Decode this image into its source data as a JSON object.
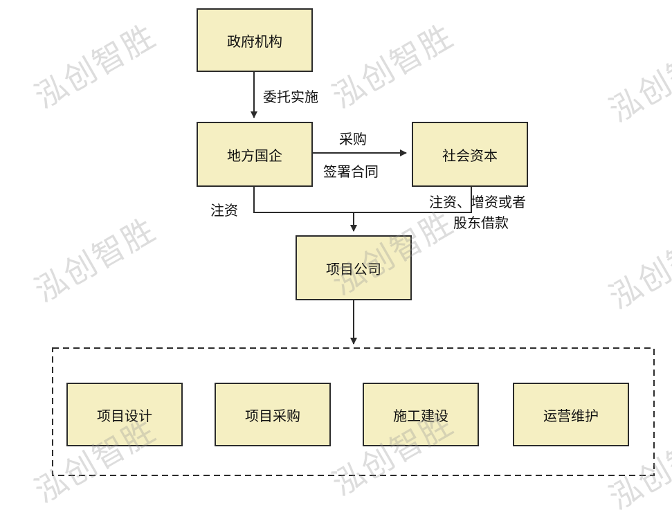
{
  "nodes": {
    "gov": "政府机构",
    "local_soe": "地方国企",
    "social_capital": "社会资本",
    "project_company": "项目公司",
    "design": "项目设计",
    "procurement": "项目采购",
    "construction": "施工建设",
    "operation": "运营维护"
  },
  "edges": {
    "entrust": "委托实施",
    "purchase": "采购",
    "sign_contract": "签署合同",
    "inject_left": "注资",
    "inject_right_line1": "注资、增资或者",
    "inject_right_line2": "股东借款"
  },
  "watermark": "泓创智胜"
}
